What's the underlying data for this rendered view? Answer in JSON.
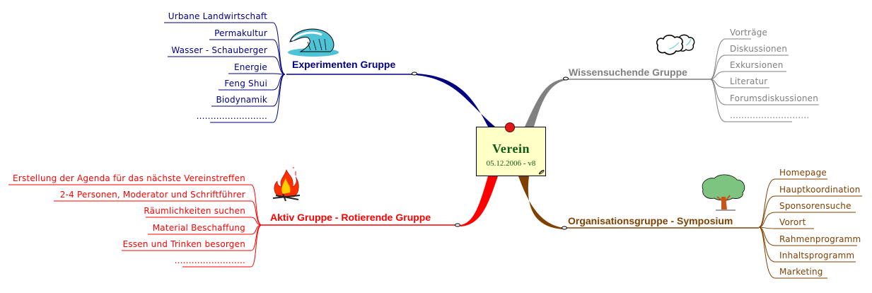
{
  "central": {
    "title": "Verein",
    "subtitle": "05.12.2006 - v8"
  },
  "colors": {
    "experimenten": "#000080",
    "wissen": "#808080",
    "aktiv": "#ff0000",
    "organisation": "#804000",
    "central_fill": "#ffffc6",
    "central_text": "#0d5a16"
  },
  "branches": {
    "experimenten": {
      "label": "Experimenten Gruppe",
      "icon": "wave-icon",
      "items": [
        "Urbane Landwirtschaft",
        "Permakultur",
        "Wasser - Schauberger",
        "Energie",
        "Feng Shui",
        "Biodynamik",
        "........................."
      ]
    },
    "wissen": {
      "label": "Wissensuchende Gruppe",
      "icon": "cloud-icon",
      "items": [
        "Vorträge",
        "Diskussionen",
        "Exkursionen",
        "Literatur",
        "Forumsdiskussionen",
        "............................"
      ]
    },
    "aktiv": {
      "label": "Aktiv Gruppe - Rotierende Gruppe",
      "icon": "campfire-icon",
      "items": [
        "Erstellung der Agenda für das nächste Vereinstreffen",
        "2-4 Personen, Moderator und Schriftführer",
        "Räumlichkeiten suchen",
        "Material Beschaffung",
        "Essen und Trinken besorgen",
        "........................."
      ]
    },
    "organisation": {
      "label": "Organisationsgruppe - Symposium",
      "icon": "tree-icon",
      "items": [
        "Homepage",
        "Hauptkoordination",
        "Sponsorensuche",
        "Vorort",
        "Rahmenprogramm",
        "Inhaltsprogramm",
        "Marketing"
      ]
    }
  }
}
